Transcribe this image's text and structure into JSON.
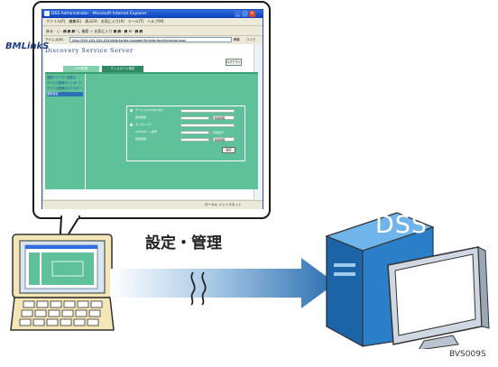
{
  "caption": "設定・管理",
  "server_label": "DSS",
  "figure_code": "BVS009S",
  "browser": {
    "title": "DSS Administrator - Microsoft Internet Explorer",
    "menu": "ファイル(F)　編集(E)　表示(V)　お気に入り(A)　ツール(T)　ヘルプ(H)",
    "toolbar": "戻る ·  ○  ·  🖪  🖪  🖪   🔍 検索  ☆ お気に入り  🖪  🖪 · 🖪  ☰ · 🖪  🖪",
    "address_label": "アドレス(D)",
    "address": "http://XXX.XXX.XXX.XXX/dmbrks/dss-manager/frmInterface/frameset.aspx",
    "go": "移動",
    "links": "リンク",
    "status_zone": "ローカル イントラネット"
  },
  "app": {
    "logo": "BMLinkS",
    "brand": "Discovery Service Server",
    "logout": "ログアウト",
    "tabs": [
      "DSS管理",
      "ディスカバリ設定"
    ],
    "sidebar_items": [
      "登録デバイス一覧表示",
      "デバイス登録のインポート",
      "デバイス登録のエクスポート",
      "通知設定"
    ],
    "form": {
      "row1_label": "デバイスとDSSが1対1",
      "row2_label": "監視間隔",
      "row2_unit": "時間間隔",
      "row3_label": "ポリセンスチ",
      "row4_label": "CDSのポート番号",
      "row4_hint": "(半角数字)",
      "row5_label": "監視間隔",
      "row5_unit": "時間間隔",
      "submit": "設定"
    }
  },
  "colors": {
    "arrow_start": "#ffffff",
    "arrow_end": "#2b6fb0",
    "app_green": "#5fc199",
    "nav_tab": "#2f8a63",
    "computer_blue": "#2a7fc8",
    "laptop_body": "#f5e6b8"
  }
}
